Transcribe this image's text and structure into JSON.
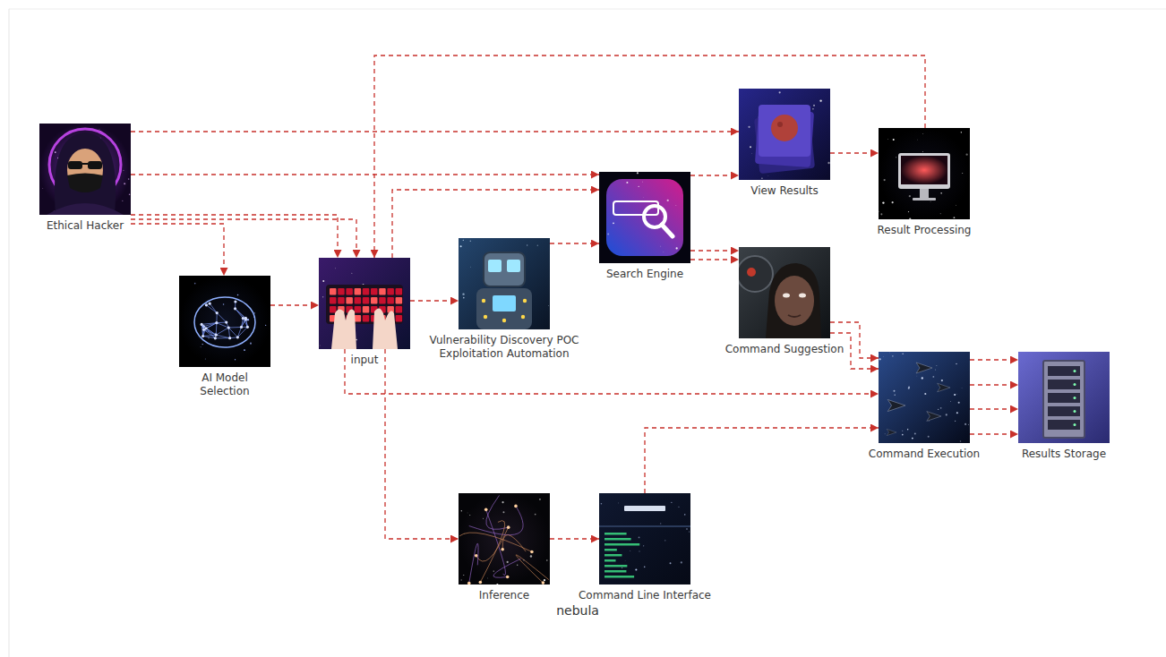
{
  "diagram": {
    "nodes": [
      {
        "text": [
          "Ethical Hacker"
        ]
      },
      {
        "text": [
          "AI Model Selection"
        ]
      },
      {
        "text": [
          "input"
        ]
      },
      {
        "text": [
          "Vulnerability Discovery POC Exploitation Automation"
        ]
      },
      {
        "text": [
          "Search Engine"
        ]
      },
      {
        "text": [
          "View Results"
        ]
      },
      {
        "text": [
          "Result Processing"
        ]
      },
      {
        "text": [
          "Command Suggestion"
        ]
      },
      {
        "text": [
          "Command Execution"
        ]
      },
      {
        "text": [
          "Results Storage"
        ]
      },
      {
        "text": [
          "Inference"
        ]
      },
      {
        "text": [
          "Command Line Interface"
        ]
      }
    ],
    "edges": [
      {
        "from": 0,
        "to": 5,
        "arrow": "to"
      },
      {
        "from": 0,
        "to": 4,
        "arrow": "to"
      },
      {
        "from": 0,
        "to": 1,
        "arrow": "to"
      },
      {
        "from": 0,
        "to": 2,
        "arrow": "to"
      },
      {
        "from": 0,
        "to": 2,
        "arrow": "to"
      },
      {
        "from": 6,
        "to": 2,
        "arrow": "to"
      },
      {
        "from": 2,
        "to": 4,
        "arrow": "to"
      },
      {
        "from": 1,
        "to": 2,
        "arrow": "to"
      },
      {
        "from": 2,
        "to": 3,
        "arrow": "to"
      },
      {
        "from": 3,
        "to": 4,
        "arrow": "to"
      },
      {
        "from": 4,
        "to": 5,
        "arrow": "to"
      },
      {
        "from": 4,
        "to": 7,
        "arrow": "to"
      },
      {
        "from": 4,
        "to": 7,
        "arrow": "to"
      },
      {
        "from": 5,
        "to": 6,
        "arrow": "to"
      },
      {
        "from": 7,
        "to": 8,
        "arrow": "to"
      },
      {
        "from": 7,
        "to": 8,
        "arrow": "to"
      },
      {
        "from": 2,
        "to": 8,
        "arrow": "to"
      },
      {
        "from": 2,
        "to": 10,
        "arrow": "to"
      },
      {
        "from": 10,
        "to": 11,
        "arrow": "to"
      },
      {
        "from": 11,
        "to": 8,
        "arrow": "to"
      },
      {
        "from": 8,
        "to": 9,
        "arrow": "to"
      },
      {
        "from": 8,
        "to": 9,
        "arrow": "to"
      },
      {
        "from": 8,
        "to": 9,
        "arrow": "to"
      },
      {
        "from": 8,
        "to": 9,
        "arrow": "to"
      }
    ],
    "labels": [
      "nebula"
    ]
  }
}
